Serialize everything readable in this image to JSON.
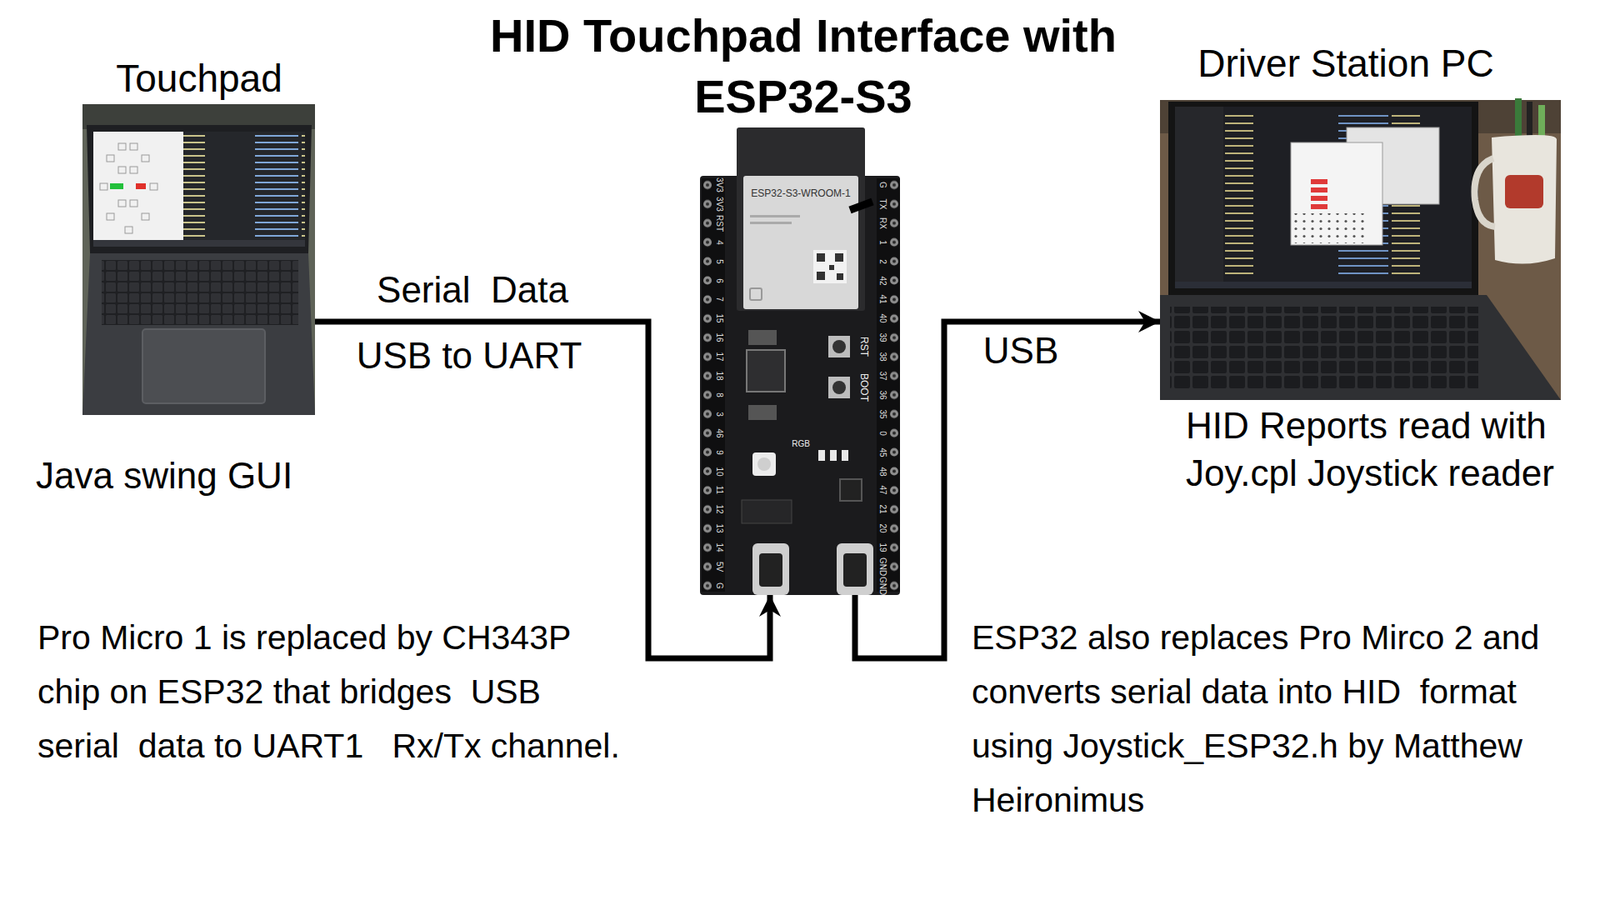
{
  "diagram": {
    "title": "HID Touchpad Interface with ESP32-S3",
    "nodes": [
      {
        "text": [
          "Touchpad",
          "Java swing GUI"
        ]
      },
      {
        "text": [
          "ESP32-S3-WROOM-1",
          "RST",
          "BOOT",
          "RGB"
        ]
      },
      {
        "text": [
          "Driver Station PC",
          "HID Reports read with Joy.cpl Joystick reader"
        ]
      }
    ],
    "edges": [
      {
        "from": 0,
        "to": 1,
        "arrow": "to",
        "label": "Serial  Data"
      },
      {
        "from": 1,
        "to": 2,
        "arrow": "to",
        "label": "USB"
      }
    ],
    "labels": [
      "USB to UART",
      "Pro Micro 1 is replaced by CH343P chip on ESP32 that bridges  USB serial  data to UART1   Rx/Tx channel.",
      "ESP32 also replaces Pro Mirco 2 and converts serial data into HID  format using Joystick_ESP32.h by Matthew Heironimus",
      "3V3",
      "3V3",
      "RST",
      "4",
      "5",
      "6",
      "7",
      "15",
      "16",
      "17",
      "18",
      "8",
      "3",
      "46",
      "9",
      "10",
      "11",
      "12",
      "13",
      "14",
      "5V",
      "G",
      "G",
      "TX",
      "RX",
      "1",
      "2",
      "42",
      "41",
      "40",
      "39",
      "38",
      "37",
      "36",
      "35",
      "0",
      "45",
      "48",
      "47",
      "21",
      "20",
      "19",
      "GND",
      "GND"
    ]
  }
}
